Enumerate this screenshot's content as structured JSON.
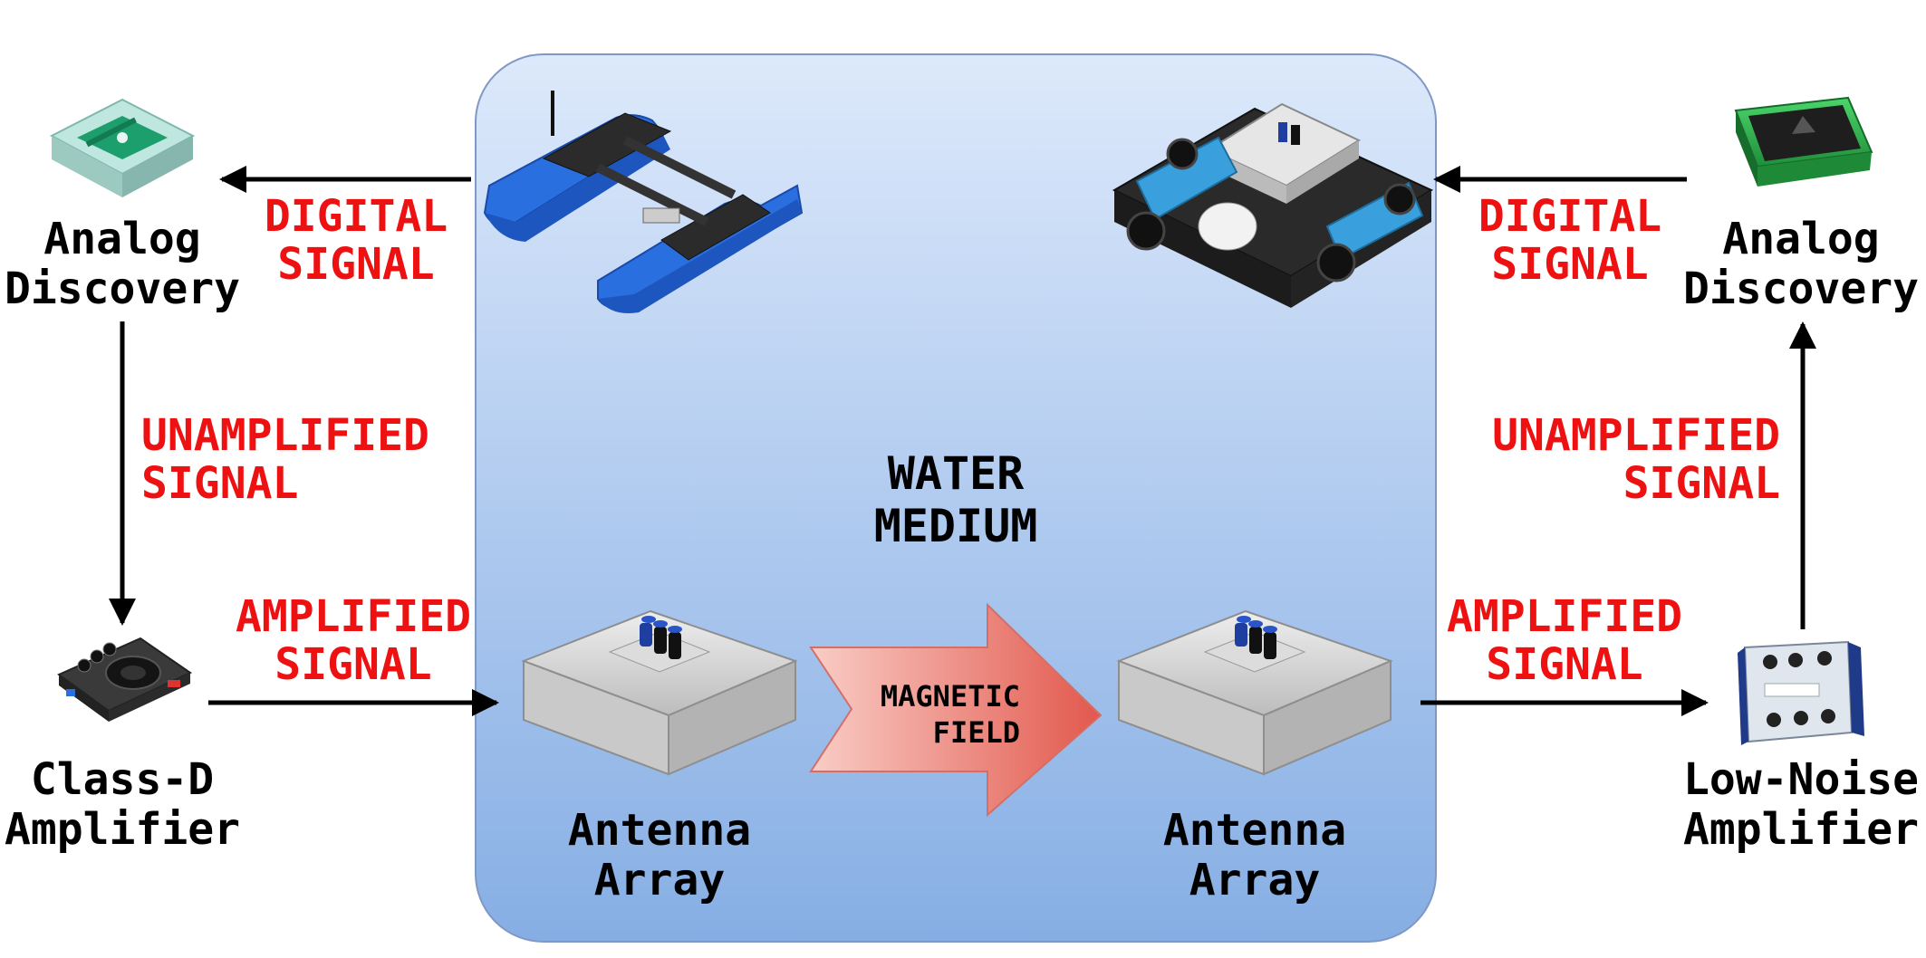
{
  "colors": {
    "signal_text": "#ee1111",
    "arrow": "#000000",
    "water_top": "#dde9fb",
    "water_bottom": "#86aee4",
    "water_border": "#7f98c4",
    "field_arrow_light": "#f9cdc6",
    "field_arrow_dark": "#e2584d",
    "boat_body": "#2a6fe0",
    "rov_body": "#3aa0dd",
    "analog_green": "#2bb24c"
  },
  "water_label": [
    "WATER",
    "MEDIUM"
  ],
  "field_label": [
    "MAGNETIC",
    "FIELD"
  ],
  "nodes": {
    "analog_left": {
      "label": [
        "Analog",
        "Discovery"
      ],
      "icon": "analog-discovery-icon"
    },
    "class_d": {
      "label": [
        "Class-D",
        "Amplifier"
      ],
      "icon": "amplifier-board-icon"
    },
    "antenna_tx": {
      "label": [
        "Antenna",
        "Array"
      ],
      "icon": "antenna-array-icon"
    },
    "antenna_rx": {
      "label": [
        "Antenna",
        "Array"
      ],
      "icon": "antenna-array-icon"
    },
    "lna": {
      "label": [
        "Low-Noise",
        "Amplifier"
      ],
      "icon": "low-noise-amplifier-icon"
    },
    "analog_right": {
      "label": [
        "Analog",
        "Discovery"
      ],
      "icon": "analog-discovery-icon"
    }
  },
  "signals": {
    "digital_left": [
      "DIGITAL",
      "SIGNAL"
    ],
    "unamplified_left": [
      "UNAMPLIFIED",
      "SIGNAL"
    ],
    "amplified_left": [
      "AMPLIFIED",
      "SIGNAL"
    ],
    "amplified_right": [
      "AMPLIFIED",
      "SIGNAL"
    ],
    "unamplified_right": [
      "UNAMPLIFIED",
      "SIGNAL"
    ],
    "digital_right": [
      "DIGITAL",
      "SIGNAL"
    ]
  },
  "vehicles": {
    "surface": "catamaran-boat-icon",
    "underwater": "rov-icon"
  }
}
